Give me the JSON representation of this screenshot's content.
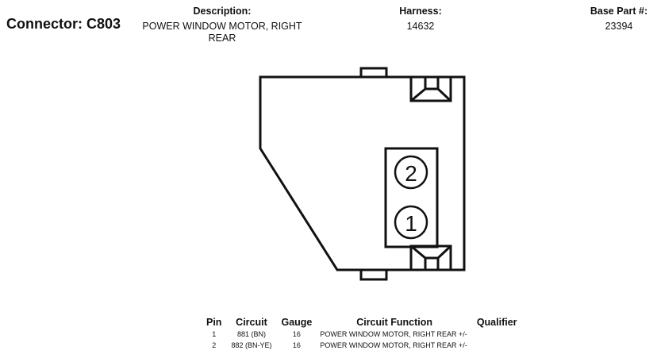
{
  "header": {
    "connector_title": "Connector: C803",
    "description_label": "Description:",
    "description_value": "POWER WINDOW MOTOR, RIGHT REAR",
    "harness_label": "Harness:",
    "harness_value": "14632",
    "base_part_label": "Base Part #:",
    "base_part_value": "23394"
  },
  "diagram": {
    "pin_labels": [
      "2",
      "1"
    ]
  },
  "pin_table": {
    "headers": [
      "Pin",
      "Circuit",
      "Gauge",
      "Circuit Function",
      "Qualifier"
    ],
    "rows": [
      {
        "pin": "1",
        "circuit": "881 (BN)",
        "gauge": "16",
        "function": "POWER WINDOW MOTOR, RIGHT REAR +/-",
        "qualifier": ""
      },
      {
        "pin": "2",
        "circuit": "882 (BN-YE)",
        "gauge": "16",
        "function": "POWER WINDOW MOTOR, RIGHT REAR +/-",
        "qualifier": ""
      }
    ]
  }
}
